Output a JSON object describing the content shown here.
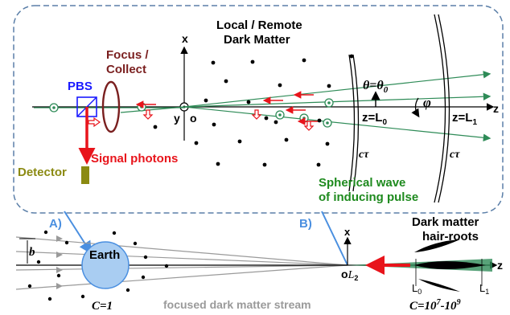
{
  "labels": {
    "axis_x_top": "x",
    "axis_y": "y",
    "origin_top": "o",
    "axis_z_top": "z",
    "local_remote_line1": "Local / Remote",
    "local_remote_line2": "Dark Matter",
    "focus_line1": "Focus /",
    "focus_line2": "Collect",
    "pbs": "PBS",
    "theta": "θ=θ",
    "theta_sub": "0",
    "phi": "φ",
    "z_L0": "z=L",
    "z_L0_sub": "0",
    "z_L1": "z=L",
    "z_L1_sub": "1",
    "ctau_left": "cτ",
    "ctau_right": "cτ",
    "signal_photons": "Signal photons",
    "detector": "Detector",
    "spherical_line1": "Spherical wave",
    "spherical_line2": "of inducing pulse",
    "panel_a": "A)",
    "panel_b": "B)",
    "b_label": "b",
    "earth": "Earth",
    "c_left": "C=1",
    "stream": "focused dark matter stream",
    "hair_roots_line1": "Dark matter",
    "hair_roots_line2": "hair-roots",
    "axis_x_bottom": "x",
    "origin_bottom": "o",
    "origin_bottom_sub": "L",
    "origin_bottom_sub2": "2",
    "axis_z_bottom": "z",
    "L0_bottom": "L",
    "L0_bottom_sub": "0",
    "L1_bottom": "L",
    "L1_bottom_sub": "1",
    "c_right": "C=10",
    "c_right_exp1": "7",
    "c_right_mid": "-10",
    "c_right_exp2": "9"
  },
  "colors": {
    "frame_dashed": "#5b7fa8",
    "beam_green": "#2e8b57",
    "focus_lens": "#7a1f1f",
    "pbs_blue": "#1a1aff",
    "signal_red": "#e8141b",
    "detector_olive": "#8b8a12",
    "spherical_green": "#1e8a1e",
    "panel_blue": "#4a8fe0",
    "earth_fill": "#a9cdf2",
    "earth_stroke": "#4a8fe0",
    "stream_gray": "#9a9a9a"
  }
}
